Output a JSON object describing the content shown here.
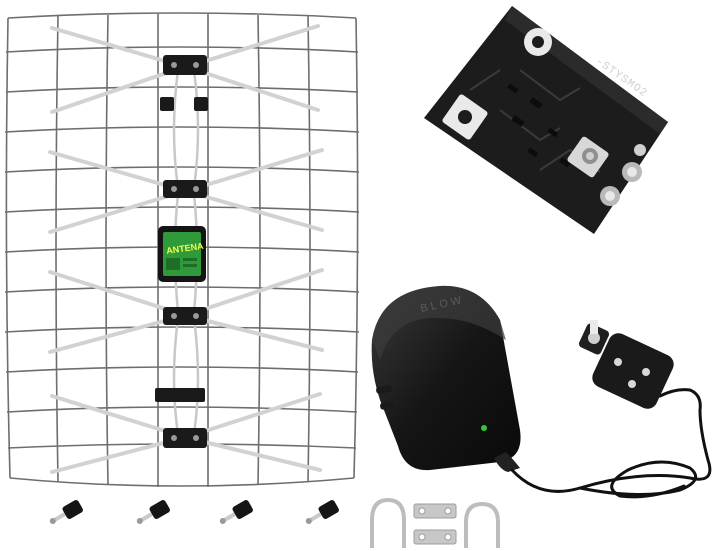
{
  "scene": {
    "background": "#ffffff",
    "objects": [
      {
        "name": "antenna",
        "description_icon": "antenna-icon"
      },
      {
        "name": "amplifier-board",
        "description_icon": "circuit-board-icon"
      },
      {
        "name": "power-supply",
        "description_icon": "power-adapter-icon"
      },
      {
        "name": "power-separator",
        "description_icon": "connector-icon"
      },
      {
        "name": "mounting-bolts",
        "count": 4
      },
      {
        "name": "u-bolts",
        "count": 2
      },
      {
        "name": "clamp-plates",
        "count": 2
      }
    ]
  },
  "labels": {
    "antenna_sticker": "ANTENA",
    "adapter_brand": "BLOW"
  },
  "colors": {
    "wire": "#6e6e6e",
    "element": "#dcdcdc",
    "plastic": "#1a1a1a",
    "sticker": "#2f9a3a",
    "pcb": "#1c1c1c",
    "led": "#35c43a"
  }
}
